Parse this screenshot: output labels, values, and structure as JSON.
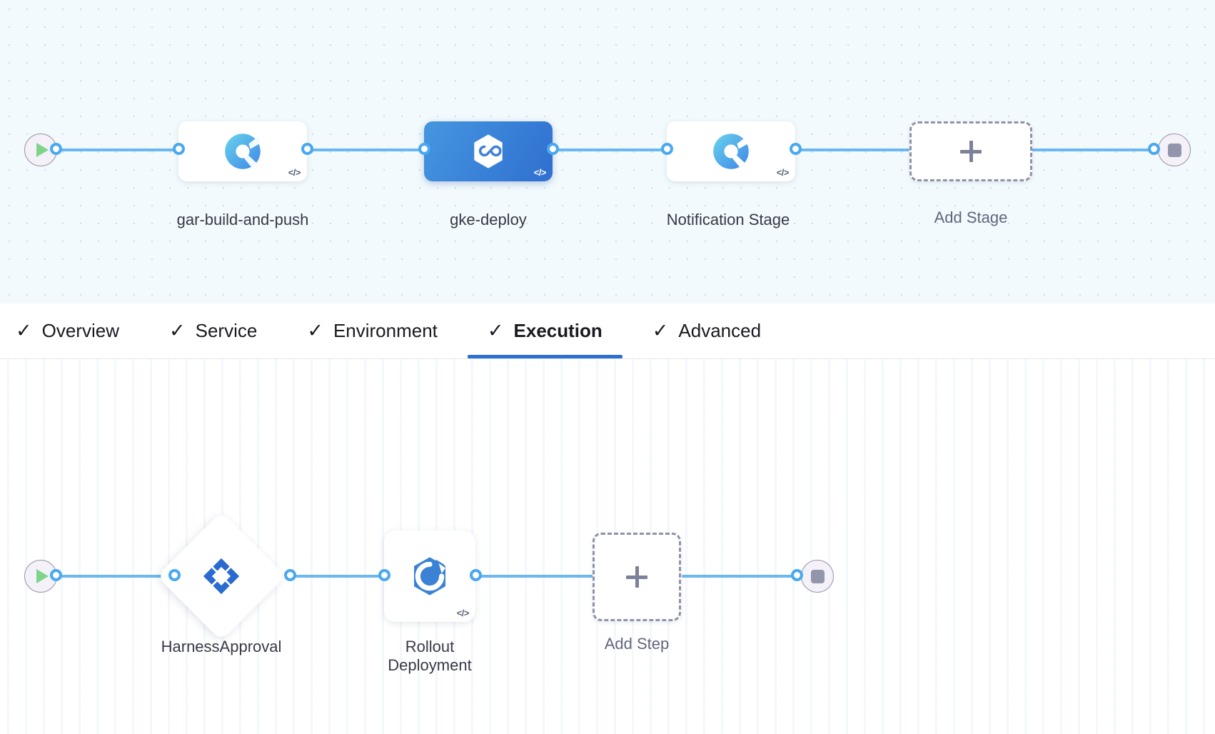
{
  "stage_canvas": {
    "name": "pipeline-stage-canvas",
    "start_node": {
      "icon": "play-icon",
      "label": ""
    },
    "stop_node": {
      "icon": "stop-icon",
      "label": ""
    },
    "stages": [
      {
        "id": "gar-build-and-push",
        "label": "gar-build-and-push",
        "icon": "harness-ci-build-icon",
        "selected": false,
        "code_badge": "</>"
      },
      {
        "id": "gke-deploy",
        "label": "gke-deploy",
        "icon": "harness-cd-deploy-icon",
        "selected": true,
        "code_badge": "</>"
      },
      {
        "id": "notification-stage",
        "label": "Notification Stage",
        "icon": "harness-ci-build-icon",
        "selected": false,
        "code_badge": "</>"
      }
    ],
    "add_stage": {
      "label": "Add Stage",
      "icon": "plus-icon"
    }
  },
  "tab_bar": {
    "name": "stage-config-tabs",
    "tabs": [
      {
        "id": "overview",
        "label": "Overview",
        "check": "✓",
        "active": false
      },
      {
        "id": "service",
        "label": "Service",
        "check": "✓",
        "active": false
      },
      {
        "id": "environment",
        "label": "Environment",
        "check": "✓",
        "active": false
      },
      {
        "id": "execution",
        "label": "Execution",
        "check": "✓",
        "active": true
      },
      {
        "id": "advanced",
        "label": "Advanced",
        "check": "✓",
        "active": false
      }
    ],
    "active_tab": "Execution"
  },
  "execution_canvas": {
    "name": "pipeline-execution-canvas",
    "start_node": {
      "icon": "play-icon"
    },
    "stop_node": {
      "icon": "stop-icon"
    },
    "steps": [
      {
        "id": "harness-approval",
        "label": "HarnessApproval",
        "icon": "harness-approval-icon",
        "shape": "diamond",
        "code_badge": ""
      },
      {
        "id": "rollout-deployment",
        "label": "Rollout Deployment",
        "icon": "kubernetes-rollout-icon",
        "shape": "rounded-square",
        "code_badge": "</>"
      }
    ],
    "add_step": {
      "label": "Add Step",
      "icon": "plus-icon"
    }
  },
  "colors": {
    "connector": "#6bb7f0",
    "port_ring": "#49a8ef",
    "selected_stage": "#2f6fd0",
    "active_tab_underline": "#2f6fd0",
    "play_green": "#7ed489",
    "stop_gray": "#9295ab",
    "stage_canvas_bg": "#f2fafd",
    "execution_canvas_bg": "#ffffff"
  }
}
